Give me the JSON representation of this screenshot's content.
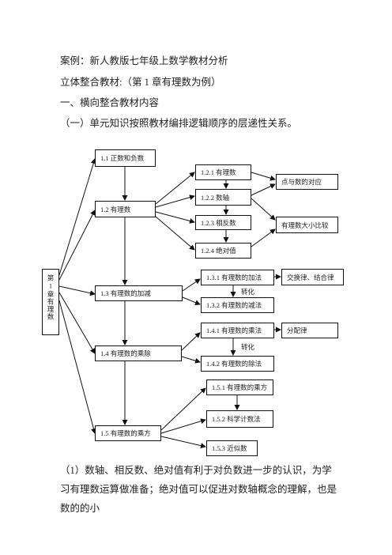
{
  "header": {
    "case_line": "案例：新人教版七年级上数学教材分析",
    "subtitle_line": "立体整合教材:（第 1 章有理数为例）",
    "section_line": "一、横向整合教材内容",
    "subsection_line": "（一）单元知识按照教材编排逻辑顺序的层递性关系。"
  },
  "diagram": {
    "chapter": "第1章有理数",
    "sections": {
      "s11": "1.1 正数和负数",
      "s12": "1.2 有理数",
      "s13": "1.3 有理数的加减",
      "s14": "1.4 有理数的乘除",
      "s15": "1.5 有理数的乘方"
    },
    "subsections": {
      "s121": "1.2.1 有理数",
      "s122": "1.2.2 数轴",
      "s123": "1.2.3 相反数",
      "s124": "1.2.4 绝对值",
      "s131": "1.3.1 有理数的加法",
      "s132": "1.3.2 有理数的减法",
      "s141": "1.4.1 有理数的乘法",
      "s142": "1.4.2 有理数的除法",
      "s151": "1.5.1 有理数的乘方",
      "s152": "1.5.2 科学计数法",
      "s153": "1.5.3 近似数"
    },
    "notes": {
      "point_number": "点与数的对应",
      "compare": "有理数大小比较",
      "comm_assoc": "交换律、结合律",
      "distributive": "分配律"
    },
    "transform_labels": [
      "转化",
      "转化"
    ]
  },
  "paragraph": "（1）数轴、相反数、绝对值有利于对负数进一步的认识，为学习有理数运算做准备；绝对值可以促进对数轴概念的理解，也是数的的小"
}
